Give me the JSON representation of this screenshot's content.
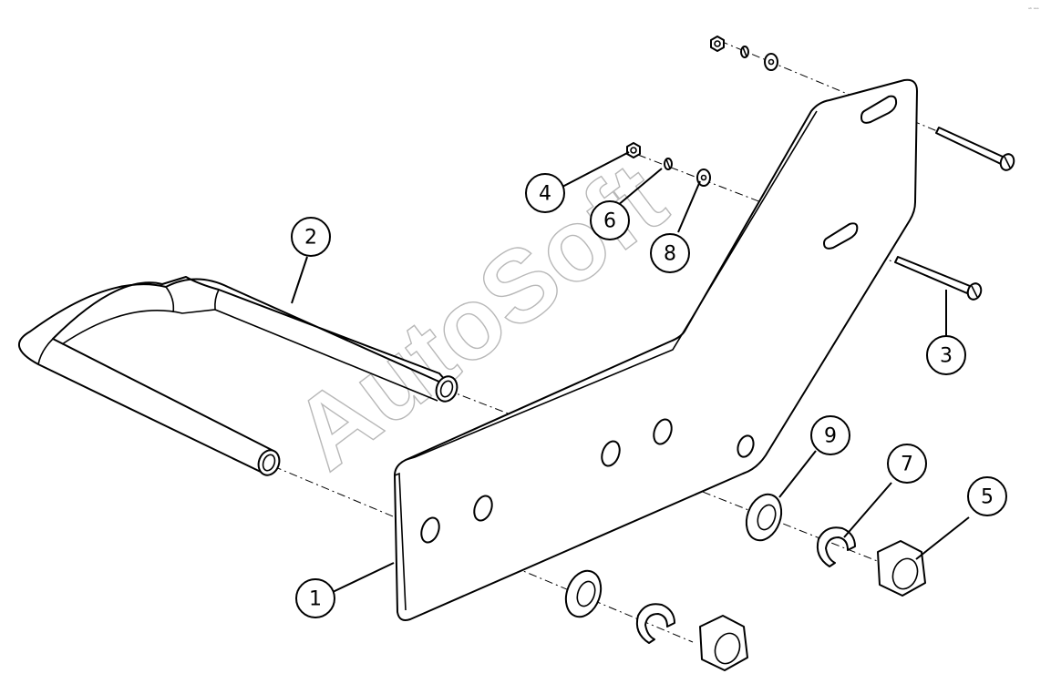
{
  "watermark": {
    "text": "AutoSoft"
  },
  "corner_mark": {
    "text": "ᵃᵇ ᵃᵃᵃ"
  },
  "callouts": [
    {
      "number": "1"
    },
    {
      "number": "2"
    },
    {
      "number": "3"
    },
    {
      "number": "4"
    },
    {
      "number": "5"
    },
    {
      "number": "6"
    },
    {
      "number": "7"
    },
    {
      "number": "8"
    },
    {
      "number": "9"
    }
  ]
}
